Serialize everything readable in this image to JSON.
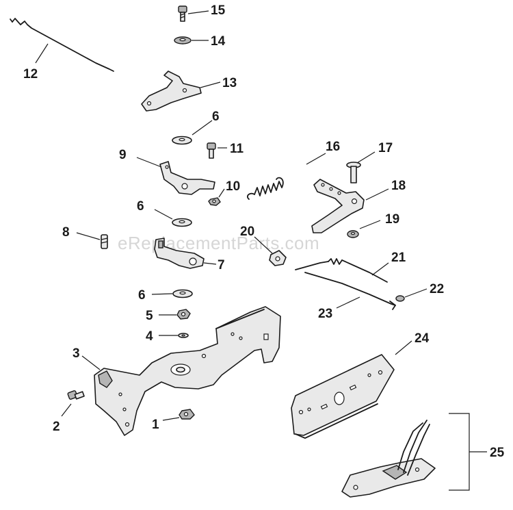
{
  "watermark": "eReplacementParts.com",
  "callouts": {
    "c1": "1",
    "c2": "2",
    "c3": "3",
    "c4": "4",
    "c5": "5",
    "c6a": "6",
    "c6b": "6",
    "c6c": "6",
    "c7": "7",
    "c8": "8",
    "c9": "9",
    "c10": "10",
    "c11": "11",
    "c12": "12",
    "c13": "13",
    "c14": "14",
    "c15": "15",
    "c16": "16",
    "c17": "17",
    "c18": "18",
    "c19": "19",
    "c20": "20",
    "c21": "21",
    "c22": "22",
    "c23": "23",
    "c24": "24",
    "c25": "25"
  }
}
